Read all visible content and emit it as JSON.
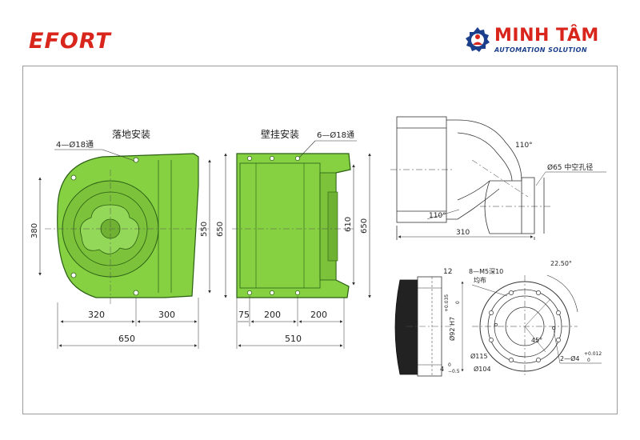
{
  "header": {
    "brand_left": "EFORT",
    "brand_right_name": "MINH TÂM",
    "brand_right_sub": "AUTOMATION SOLUTION",
    "brand_color": "#d9261c",
    "brand_sub_color": "#1c3f8c",
    "logo_icon": "gear-person-icon"
  },
  "drawing": {
    "part_color": "#86d142",
    "part_outline": "#2a5e14",
    "floor_view": {
      "title": "落地安装",
      "hole_note": "4—Ø18通",
      "dims": {
        "height_left": "380",
        "height_mid_a": "550",
        "height_mid_b": "650",
        "seg_a": "320",
        "seg_b": "300",
        "total": "650"
      }
    },
    "wall_view": {
      "title": "壁挂安装",
      "hole_note": "6—Ø18通",
      "dims": {
        "height_a": "610",
        "height_b": "650",
        "seg_a": "75",
        "seg_b": "200",
        "seg_c": "200",
        "total": "510"
      }
    },
    "side_view": {
      "angle_top": "110°",
      "angle_bottom": "110°",
      "bore_note": "Ø65 中空孔径",
      "length": "310"
    },
    "flange_view": {
      "thickness": "12",
      "tap_note": "8—M5深10",
      "tap_note_2": "均布",
      "angle": "22.50°",
      "angle_45": "45°",
      "fit_dia": "Ø92 H7",
      "fit_tol_top": "+0.035",
      "fit_tol_bottom": "0",
      "dia_outer": "Ø115",
      "dia_pcd": "Ø104",
      "depth": "4",
      "depth_tol_top": "0",
      "depth_tol_bottom": "−0.5",
      "pin_note": "2—Ø4",
      "pin_tol_top": "+0.012",
      "pin_tol_bottom": "0"
    }
  }
}
